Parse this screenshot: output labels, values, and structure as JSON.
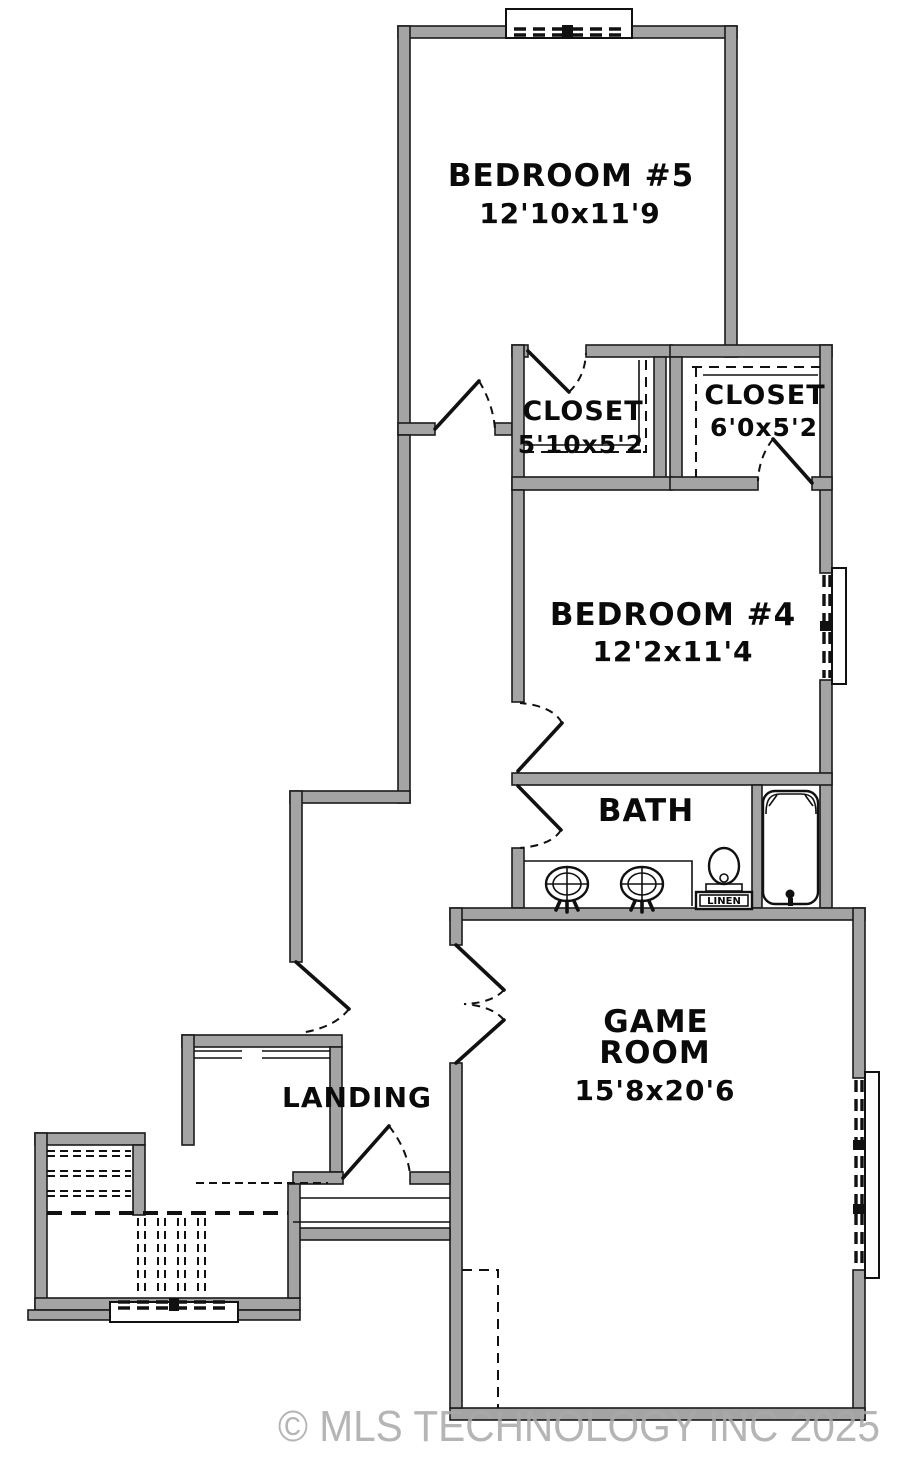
{
  "colors": {
    "wall_fill": "#a4a4a4",
    "wall_outline": "#1c1c1c",
    "line": "#111111",
    "watermark": "#a9a9a9",
    "background": "#ffffff"
  },
  "rooms": {
    "bedroom5": {
      "name": "BEDROOM #5",
      "dims": "12'10x11'9"
    },
    "closet1": {
      "name": "CLOSET",
      "dims": "5'10x5'2"
    },
    "closet2": {
      "name": "CLOSET",
      "dims": "6'0x5'2"
    },
    "bedroom4": {
      "name": "BEDROOM #4",
      "dims": "12'2x11'4"
    },
    "bath": {
      "name": "BATH"
    },
    "game_room": {
      "name_line1": "GAME",
      "name_line2": "ROOM",
      "dims": "15'8x20'6"
    },
    "landing": {
      "name": "LANDING"
    },
    "linen": {
      "name": "LINEN"
    }
  },
  "watermark": {
    "text": "© MLS TECHNOLOGY INC 2025"
  }
}
